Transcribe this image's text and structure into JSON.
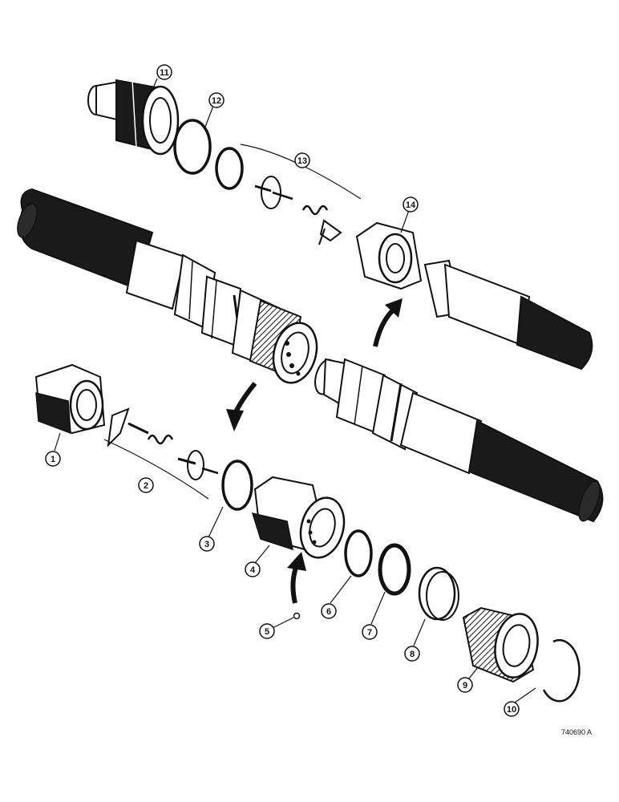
{
  "diagram": {
    "reference_code": "740690 A",
    "callouts": [
      "1",
      "2",
      "3",
      "4",
      "5",
      "6",
      "7",
      "8",
      "9",
      "10",
      "11",
      "12",
      "13",
      "14"
    ]
  },
  "colors": {
    "ink": "#111111",
    "dark_fill": "#1a1a1a",
    "paper": "#ffffff"
  }
}
